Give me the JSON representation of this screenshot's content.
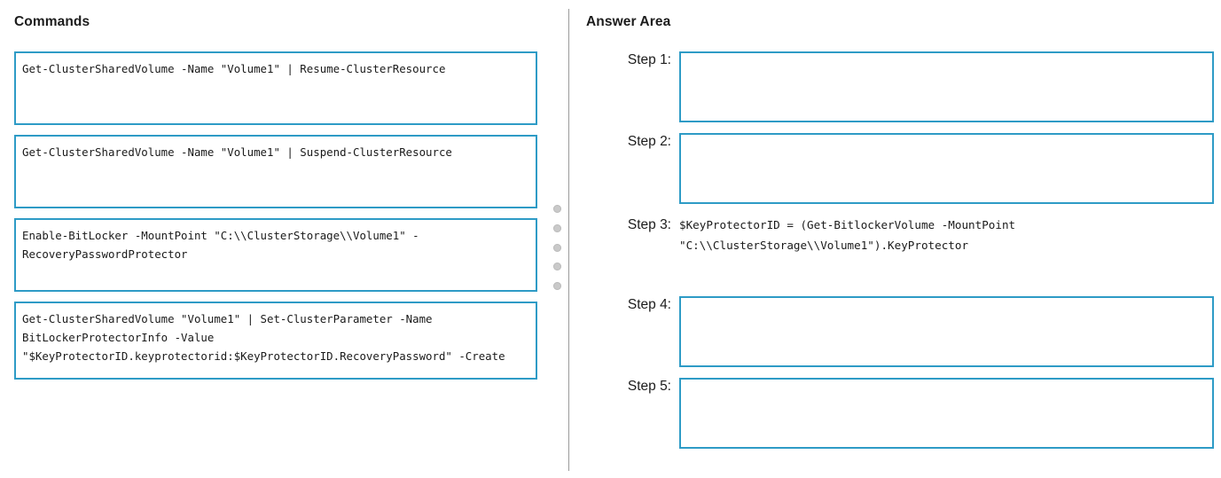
{
  "commands_panel": {
    "heading": "Commands",
    "items": [
      {
        "id": "cmd-1",
        "text": "Get-ClusterSharedVolume -Name \"Volume1\" | Resume-ClusterResource"
      },
      {
        "id": "cmd-2",
        "text": "Get-ClusterSharedVolume -Name \"Volume1\" | Suspend-ClusterResource"
      },
      {
        "id": "cmd-3",
        "text": "Enable-BitLocker -MountPoint \"C:\\\\ClusterStorage\\\\Volume1\" -RecoveryPasswordProtector"
      },
      {
        "id": "cmd-4",
        "text": "Get-ClusterSharedVolume \"Volume1\" | Set-ClusterParameter -Name BitLockerProtectorInfo -Value \"$KeyProtectorID.keyprotectorid:$KeyProtectorID.RecoveryPassword\" -Create"
      }
    ]
  },
  "answer_panel": {
    "heading": "Answer Area",
    "steps": [
      {
        "label": "Step 1:",
        "value": "",
        "filled": false
      },
      {
        "label": "Step 2:",
        "value": "",
        "filled": false
      },
      {
        "label": "Step 3:",
        "value": "$KeyProtectorID = (Get-BitlockerVolume -MountPoint\n\"C:\\\\ClusterStorage\\\\Volume1\").KeyProtector",
        "filled": true
      },
      {
        "label": "Step 4:",
        "value": "",
        "filled": false
      },
      {
        "label": "Step 5:",
        "value": "",
        "filled": false
      }
    ]
  },
  "drag_handle": {
    "dot_count": 5,
    "dot_color": "#c9c9c9"
  },
  "colors": {
    "box_border": "#2e9bc6",
    "divider": "#9b9b9b",
    "text": "#1a1a1a",
    "background": "#ffffff"
  }
}
